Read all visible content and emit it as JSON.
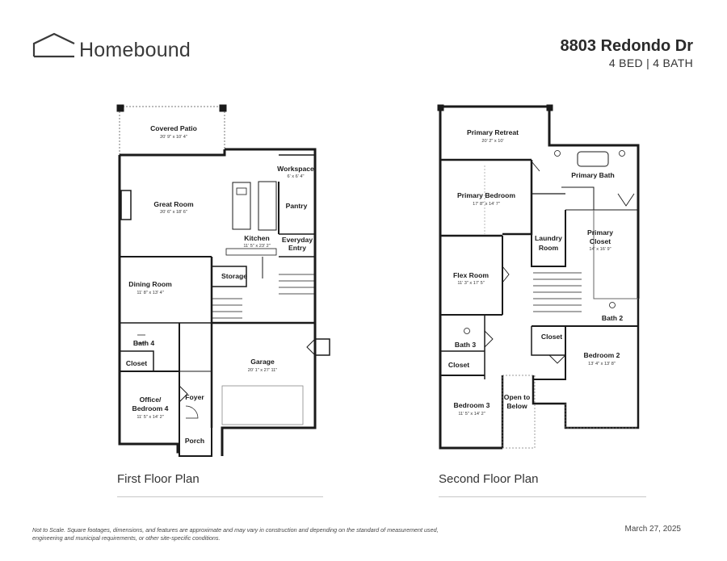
{
  "header": {
    "logo_text": "Homebound",
    "address": "8803 Redondo Dr",
    "beds": "4 BED",
    "baths": "4 BATH",
    "separator": "|"
  },
  "first_floor": {
    "title": "First Floor Plan",
    "rooms": {
      "covered_patio": {
        "name": "Covered Patio",
        "dims": "20' 9\" x 10' 4\""
      },
      "great_room": {
        "name": "Great Room",
        "dims": "20' 6\" x 18' 6\""
      },
      "workspace": {
        "name": "Workspace",
        "dims": "6' x 6' 4\""
      },
      "pantry": {
        "name": "Pantry"
      },
      "kitchen": {
        "name": "Kitchen",
        "dims": "11' 5\" x 23' 2\""
      },
      "everyday_entry": {
        "line1": "Everyday",
        "line2": "Entry"
      },
      "dining_room": {
        "name": "Dining Room",
        "dims": "11' 8\" x 13' 4\""
      },
      "storage": {
        "name": "Storage"
      },
      "bath4": {
        "name": "Bath 4"
      },
      "closet": {
        "name": "Closet"
      },
      "garage": {
        "name": "Garage",
        "dims": "20' 1\" x 27' 11\""
      },
      "office": {
        "line1": "Office/",
        "line2": "Bedroom 4",
        "dims": "11' 5\" x 14' 2\""
      },
      "foyer": {
        "name": "Foyer"
      },
      "porch": {
        "name": "Porch"
      }
    }
  },
  "second_floor": {
    "title": "Second Floor Plan",
    "rooms": {
      "primary_retreat": {
        "name": "Primary Retreat",
        "dims": "20' 2\" x 10'"
      },
      "primary_bedroom": {
        "name": "Primary Bedroom",
        "dims": "17' 8\" x 14' 7\""
      },
      "primary_bath": {
        "name": "Primary Bath"
      },
      "laundry": {
        "line1": "Laundry",
        "line2": "Room"
      },
      "primary_closet": {
        "line1": "Primary",
        "line2": "Closet",
        "dims": "14' x 16' 9\""
      },
      "flex_room": {
        "name": "Flex Room",
        "dims": "11' 3\" x 17' 5\""
      },
      "bath3": {
        "name": "Bath 3"
      },
      "bath2": {
        "name": "Bath 2"
      },
      "closet_a": {
        "name": "Closet"
      },
      "closet_b": {
        "name": "Closet"
      },
      "bedroom2": {
        "name": "Bedroom 2",
        "dims": "13' 4\" x 13' 8\""
      },
      "bedroom3": {
        "name": "Bedroom 3",
        "dims": "11' 5\" x 14' 2\""
      },
      "open_below": {
        "line1": "Open to",
        "line2": "Below"
      }
    }
  },
  "footer": {
    "disclaimer_line1": "Not to Scale. Square footages, dimensions, and features are approximate and may vary in construction and depending on the standard of measurement used,",
    "disclaimer_line2": "engineering and municipal requirements, or other site-specific conditions.",
    "date": "March 27, 2025"
  }
}
